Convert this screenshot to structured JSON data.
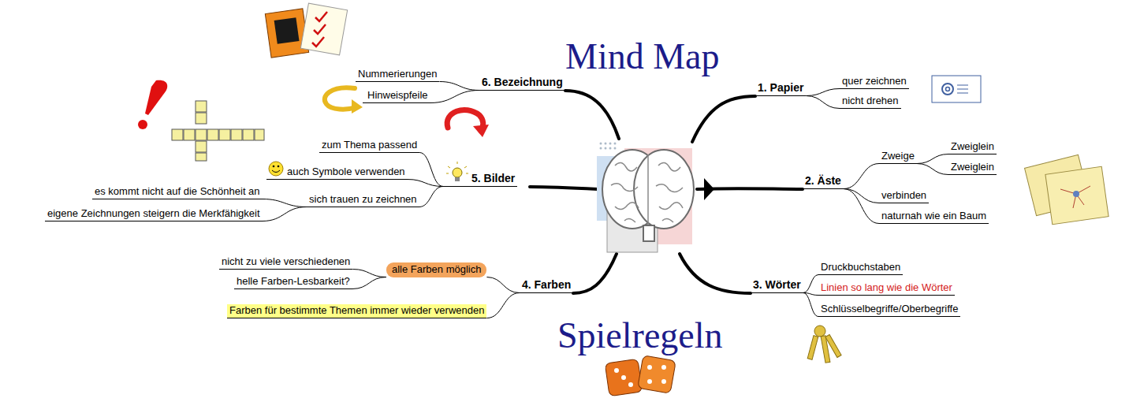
{
  "diagram": {
    "title": "Mind Map",
    "caption": "Spielregeln",
    "nodes": [
      {
        "text": [
          "1. Papier"
        ]
      },
      {
        "text": [
          "quer zeichnen"
        ]
      },
      {
        "text": [
          "nicht drehen"
        ]
      },
      {
        "text": [
          "2. Äste"
        ]
      },
      {
        "text": [
          "Zweige"
        ]
      },
      {
        "text": [
          "Zweiglein"
        ]
      },
      {
        "text": [
          "Zweiglein"
        ]
      },
      {
        "text": [
          "verbinden"
        ]
      },
      {
        "text": [
          "naturnah wie ein Baum"
        ]
      },
      {
        "text": [
          "3. Wörter"
        ]
      },
      {
        "text": [
          "Druckbuchstaben"
        ]
      },
      {
        "text": [
          "Linien so lang wie die Wörter"
        ]
      },
      {
        "text": [
          "Schlüsselbegriffe/Oberbegriffe"
        ]
      },
      {
        "text": [
          "4. Farben"
        ]
      },
      {
        "text": [
          "alle Farben möglich"
        ]
      },
      {
        "text": [
          "nicht zu viele verschiedenen"
        ]
      },
      {
        "text": [
          "helle Farben-Lesbarkeit?"
        ]
      },
      {
        "text": [
          "Farben für bestimmte Themen immer wieder verwenden"
        ]
      },
      {
        "text": [
          "5. Bilder"
        ]
      },
      {
        "text": [
          "zum Thema passend"
        ]
      },
      {
        "text": [
          "auch Symbole verwenden"
        ]
      },
      {
        "text": [
          "sich trauen zu zeichnen"
        ]
      },
      {
        "text": [
          "es kommt nicht auf die Schönheit an"
        ]
      },
      {
        "text": [
          "eigene Zeichnungen steigern die Merkfähigkeit"
        ]
      },
      {
        "text": [
          "6. Bezeichnung"
        ]
      },
      {
        "text": [
          "Nummerierungen"
        ]
      },
      {
        "text": [
          "Hinweispfeile"
        ]
      }
    ],
    "edges": [
      {
        "from": 0,
        "to": 1,
        "arrow": "none"
      },
      {
        "from": 0,
        "to": 2,
        "arrow": "none"
      },
      {
        "from": 3,
        "to": 4,
        "arrow": "none"
      },
      {
        "from": 4,
        "to": 5,
        "arrow": "none"
      },
      {
        "from": 4,
        "to": 6,
        "arrow": "none"
      },
      {
        "from": 3,
        "to": 7,
        "arrow": "none"
      },
      {
        "from": 3,
        "to": 8,
        "arrow": "none"
      },
      {
        "from": 9,
        "to": 10,
        "arrow": "none"
      },
      {
        "from": 9,
        "to": 11,
        "arrow": "none"
      },
      {
        "from": 9,
        "to": 12,
        "arrow": "none"
      },
      {
        "from": 13,
        "to": 14,
        "arrow": "none"
      },
      {
        "from": 14,
        "to": 15,
        "arrow": "none"
      },
      {
        "from": 14,
        "to": 16,
        "arrow": "none"
      },
      {
        "from": 13,
        "to": 17,
        "arrow": "none"
      },
      {
        "from": 18,
        "to": 19,
        "arrow": "none"
      },
      {
        "from": 18,
        "to": 20,
        "arrow": "none"
      },
      {
        "from": 18,
        "to": 21,
        "arrow": "none"
      },
      {
        "from": 21,
        "to": 22,
        "arrow": "none"
      },
      {
        "from": 21,
        "to": 23,
        "arrow": "none"
      },
      {
        "from": 24,
        "to": 25,
        "arrow": "none"
      },
      {
        "from": 24,
        "to": 26,
        "arrow": "none"
      }
    ]
  }
}
